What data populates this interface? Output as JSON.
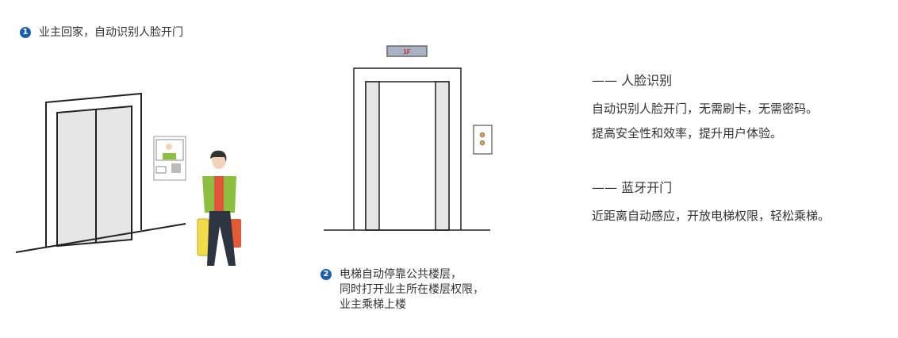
{
  "step1": {
    "number": "1",
    "text": "业主回家，自动识别人脸开门"
  },
  "step2": {
    "number": "2",
    "lines": [
      "电梯自动停靠公共楼层，",
      "同时打开业主所在楼层权限，",
      "业主乘梯上楼"
    ]
  },
  "floor_indicator": "1F",
  "features": [
    {
      "title": "—— 人脸识别",
      "lines": [
        "自动识别人脸开门，无需刷卡，无需密码。",
        "提高安全性和效率，提升用户体验。"
      ]
    },
    {
      "title": "—— 蓝牙开门",
      "lines": [
        "近距离自动感应，开放电梯权限，轻松乘梯。"
      ]
    }
  ],
  "colors": {
    "accent": "#1a5fb4",
    "door": "#e5e6e5",
    "jacket": "#8cbf3f",
    "shirt": "#e0553a",
    "suitcase_yellow": "#f2dc4a",
    "suitcase_red": "#e05a34"
  }
}
